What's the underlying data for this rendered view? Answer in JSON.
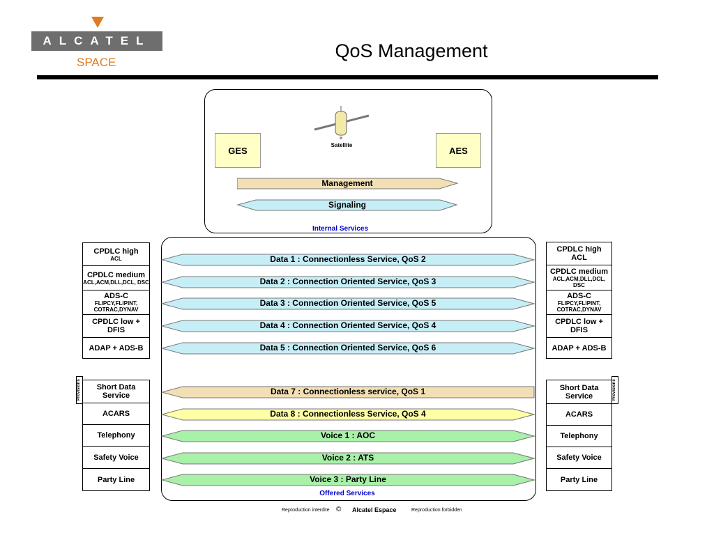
{
  "header": {
    "logo_text": "ALCATEL",
    "logo_sub": "SPACE",
    "title": "QoS Management"
  },
  "internal": {
    "satellite_label": "Satellite",
    "ges": "GES",
    "aes": "AES",
    "management": "Management",
    "signaling": "Signaling",
    "caption": "Internal Services"
  },
  "offered": {
    "caption": "Offered Services",
    "arrows": [
      "Data 1 : Connectionless Service, QoS 2",
      "Data 2 : Connection Oriented Service, QoS 3",
      "Data 3 : Connection Oriented Service, QoS 5",
      "Data 4 : Connection Oriented Service, QoS 4",
      "Data 5 : Connection Oriented Service, QoS 6",
      "Data 7 : Connectionless service, QoS 1",
      "Data 8 : Connectionless Service, QoS 4",
      "Voice 1 : AOC",
      "Voice 2 : ATS",
      "Voice 3 : Party Line"
    ]
  },
  "left": {
    "cpdlc_high": "CPDLC high",
    "cpdlc_high_sub": "ACL",
    "cpdlc_medium": "CPDLC medium",
    "cpdlc_medium_sub": "ACL,ACM,DLL,DCL, DSC",
    "ads_c": "ADS-C",
    "ads_c_sub": "FLIPCY,FLIPINT, COTRAC,DYNAV",
    "cpdlc_low": "CPDLC low + DFIS",
    "adap": "ADAP + ADS-B",
    "provisions": "Provisions",
    "short_data": "Short Data Service",
    "acars": "ACARS",
    "telephony": "Telephony",
    "safety_voice": "Safety Voice",
    "party_line": "Party Line"
  },
  "right": {
    "cpdlc_high": "CPDLC high ACL",
    "cpdlc_medium": "CPDLC medium",
    "cpdlc_medium_sub": "ACL,ACM,DLL,DCL, DSC",
    "ads_c": "ADS-C",
    "ads_c_sub": "FLIPCY,FLIPINT, COTRAC,DYNAV",
    "cpdlc_low": "CPDLC low + DFIS",
    "adap": "ADAP + ADS-B",
    "provisions": "Provisions",
    "short_data": "Short Data Service",
    "acars": "ACARS",
    "telephony": "Telephony",
    "safety_voice": "Safety Voice",
    "party_line": "Party Line"
  },
  "footer": {
    "left": "Reproduction interdite",
    "copyright": "©",
    "company": "Alcatel Espace",
    "right": "Reproduction forbidden"
  },
  "colors": {
    "blue_arrow": "#c6eef7",
    "tan_arrow": "#f2dfb4",
    "yellow_arrow": "#ffffa6",
    "green_arrow": "#a9f0a9",
    "station_fill": "#ffffc6"
  }
}
